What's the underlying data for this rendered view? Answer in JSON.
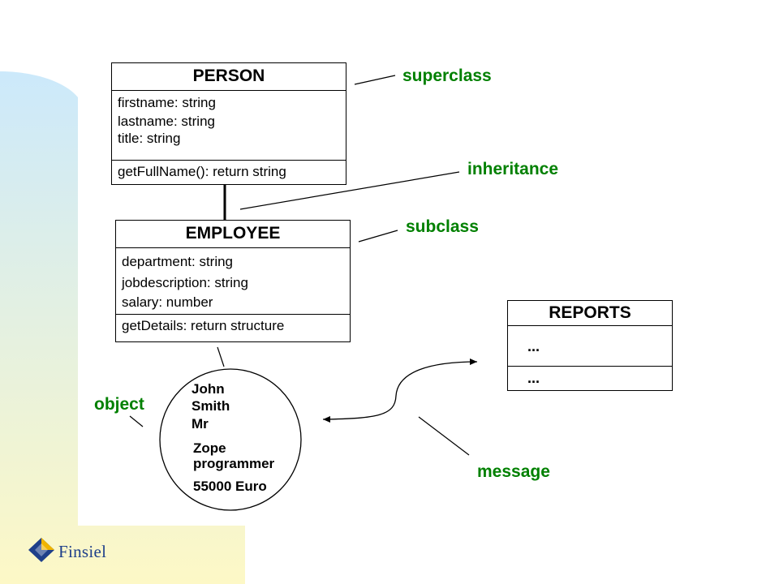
{
  "person": {
    "title": "PERSON",
    "attributes": [
      "firstname: string",
      "lastname: string",
      "title: string"
    ],
    "methods": [
      "getFullName(): return string"
    ]
  },
  "employee": {
    "title": "EMPLOYEE",
    "attributes": [
      "department: string",
      "jobdescription: string",
      "salary: number"
    ],
    "methods": [
      "getDetails: return structure"
    ]
  },
  "reports": {
    "title": "REPORTS",
    "row1": "...",
    "row2": "..."
  },
  "object_instance": {
    "first": "John",
    "last": "Smith",
    "title": "Mr",
    "job1": "Zope",
    "job2": "programmer",
    "salary": "55000 Euro"
  },
  "annotations": {
    "superclass": "superclass",
    "inheritance": "inheritance",
    "subclass": "subclass",
    "object": "object",
    "message": "message"
  },
  "brand": {
    "name": "Finsiel"
  },
  "colors": {
    "annotation": "#008000",
    "blue_bg": "#cde9fb",
    "yellow_bg": "#fefac8",
    "logo_blue": "#1e3f8a",
    "logo_gold": "#f0b400"
  }
}
